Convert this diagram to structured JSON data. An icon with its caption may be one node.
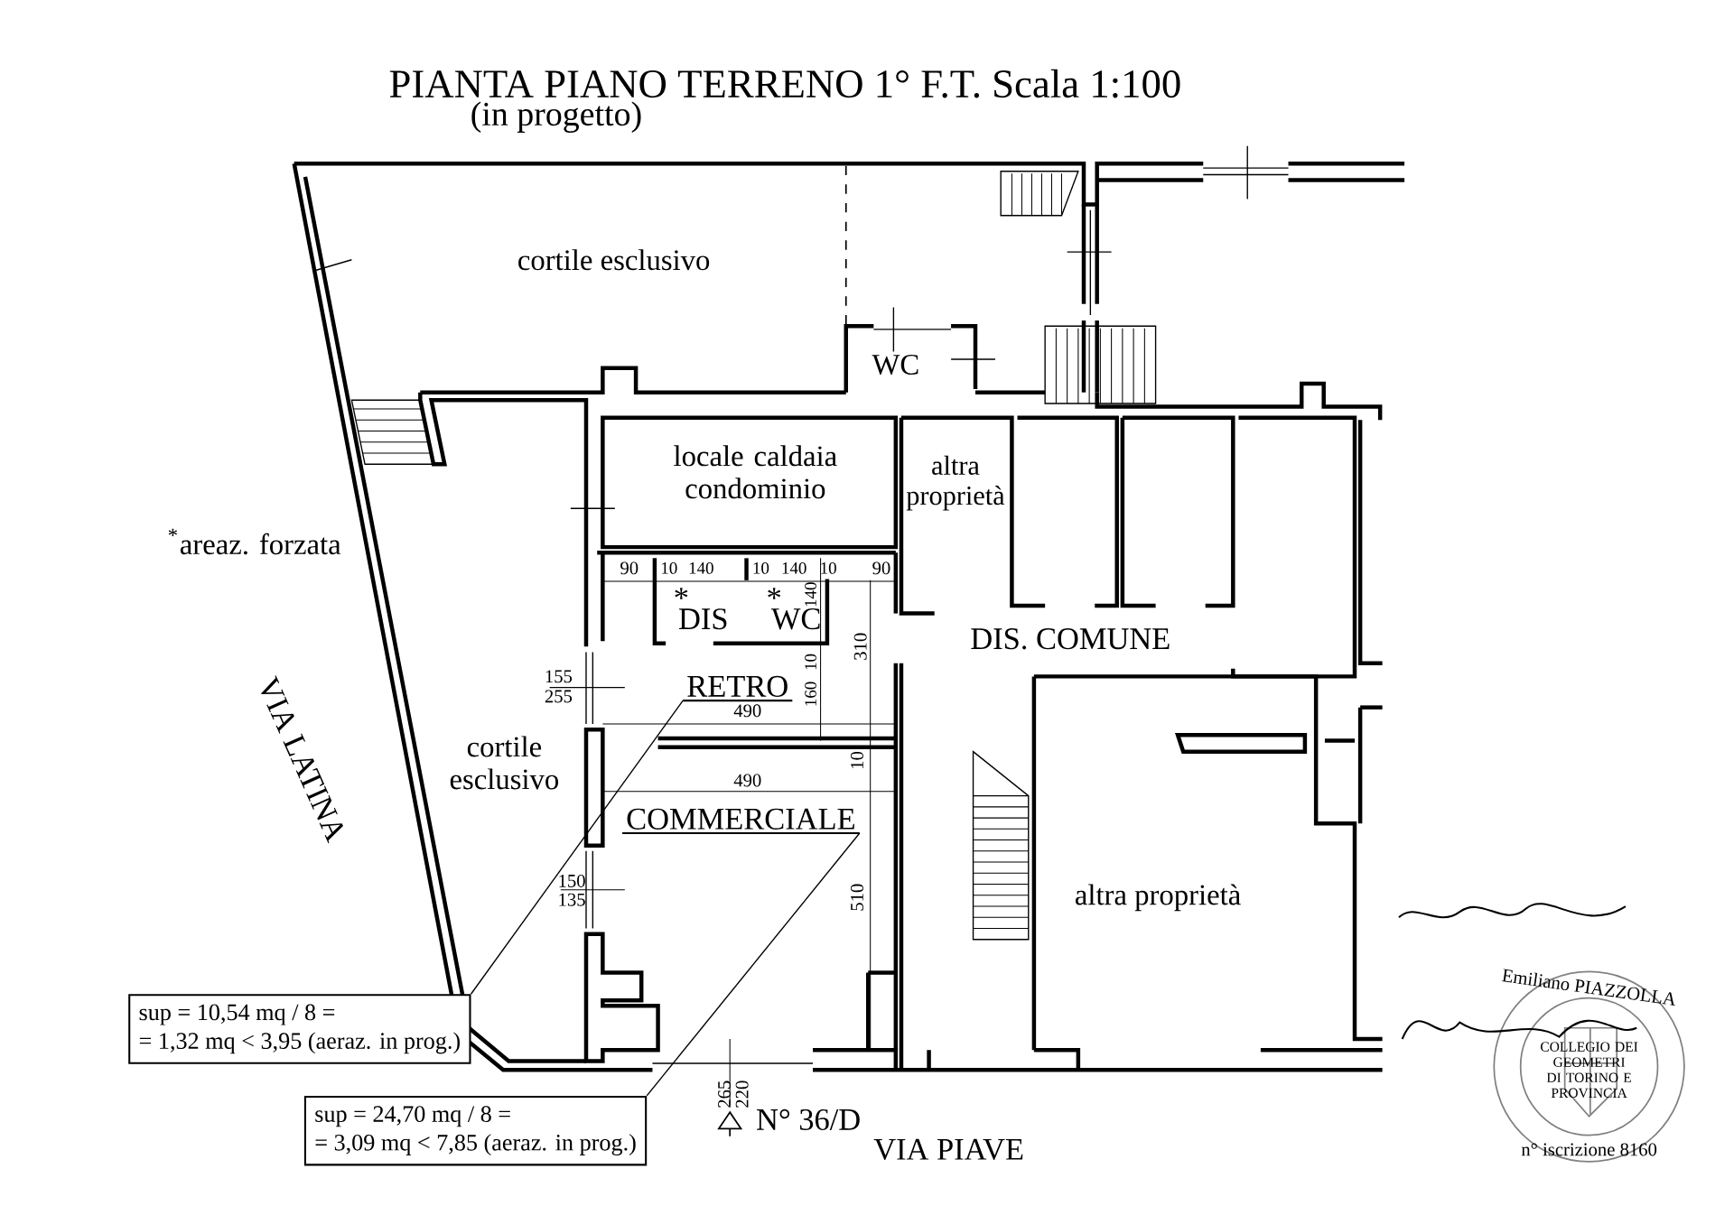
{
  "diagram": {
    "title": "PIANTA PIANO TERRENO 1° F.T. Scala 1:100",
    "nodes": [
      {
        "text": [
          "RETRO"
        ]
      },
      {
        "text": [
          "COMMERCIALE"
        ]
      },
      {
        "text": [
          "sup = 10,54 mq / 8 =",
          "= 1,32 mq < 3,95 (aeraz. in prog.)"
        ]
      },
      {
        "text": [
          "sup = 24,70 mq / 8 =",
          "= 3,09 mq < 7,85 (aeraz. in prog.)"
        ]
      }
    ],
    "edges": [
      {
        "from": 2,
        "to": 0,
        "arrow": "none"
      },
      {
        "from": 3,
        "to": 1,
        "arrow": "none"
      }
    ],
    "labels": [
      "(in progetto)",
      "cortile esclusivo",
      "WC",
      "locale caldaia condominio",
      "altra proprietà",
      "$^{*}$areaz. forzata",
      "90",
      "10",
      "140",
      "10",
      "140",
      "10",
      "90",
      "*",
      "*",
      "DIS",
      "WC",
      "140",
      "10",
      "310",
      "DIS. COMUNE",
      "155",
      "255",
      "160",
      "490",
      "VIA LATINA",
      "cortile esclusivo",
      "10",
      "490",
      "150",
      "135",
      "510",
      "altra proprietà",
      "265",
      "220",
      "N° 36/D",
      "VIA PIAVE",
      "Emiliano PIAZZOLLA",
      "COLLEGIO DEI GEOMETRI DI TORINO E PROVINCIA",
      "n° iscrizione 8160"
    ]
  }
}
